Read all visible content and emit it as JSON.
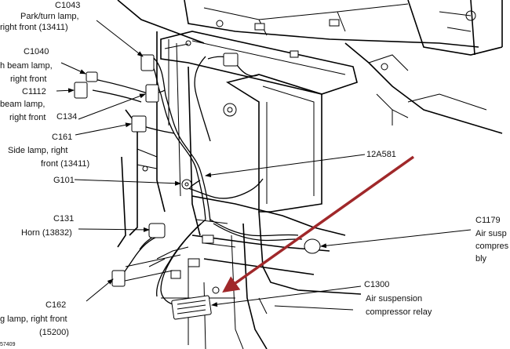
{
  "labels": {
    "c1043": {
      "id": "C1043",
      "l1": "Park/turn lamp,",
      "l2": "right front (13411)"
    },
    "c1040": {
      "id": "C1040",
      "l1": "h beam lamp,",
      "l2": "right front"
    },
    "c1112": {
      "id": "C1112",
      "l1": "beam lamp,",
      "l2": "right front"
    },
    "c134": {
      "id": "C134"
    },
    "c161": {
      "id": "C161",
      "l1": "Side lamp, right",
      "l2": "front (13411)"
    },
    "g101": {
      "id": "G101"
    },
    "c131": {
      "id": "C131",
      "l1": "Horn (13832)"
    },
    "c162": {
      "id": "C162",
      "l1": "g lamp, right front",
      "l2": "(15200)"
    },
    "harness": {
      "id": "12A581"
    },
    "c1179": {
      "id": "C1179",
      "l1": "Air susp",
      "l2": "compres",
      "l3": "bly"
    },
    "c1300": {
      "id": "C1300",
      "l1": "Air suspension",
      "l2": "compressor relay"
    },
    "figure_code": "57409"
  },
  "colors": {
    "accent_arrow": "#a0282a",
    "ink": "#000000"
  }
}
